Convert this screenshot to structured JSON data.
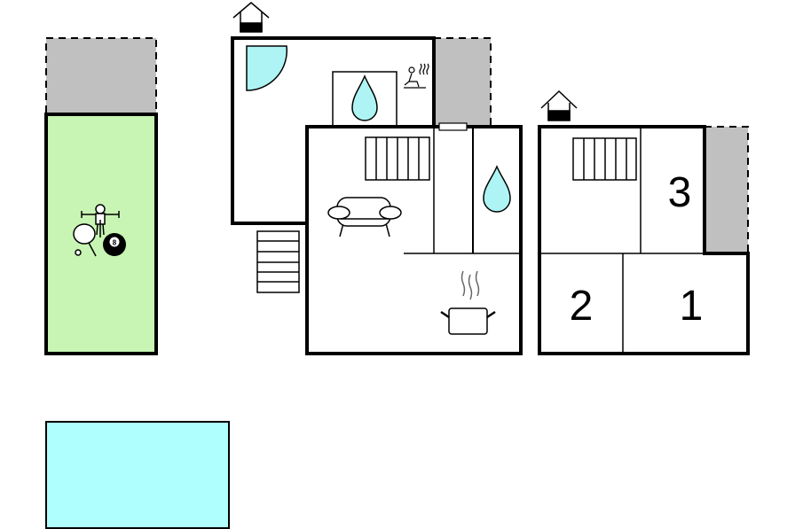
{
  "colors": {
    "wall": "#000000",
    "terrace": "#c0c0c0",
    "games_room": "#c8f5b4",
    "pool": "#b0ffff",
    "water": "#aef4f4",
    "stroke_detail": "#666666"
  },
  "rooms": [
    {
      "id": "bedroom-3",
      "number": "3"
    },
    {
      "id": "bedroom-2",
      "number": "2"
    },
    {
      "id": "bedroom-1",
      "number": "1"
    }
  ],
  "icons": [
    "entrance-house-icon",
    "shower-icon",
    "water-drop-icon",
    "sauna-icon",
    "radiator-icon",
    "sofa-icon",
    "kitchen-pot-icon",
    "stairs-icon",
    "table-football-icon",
    "table-tennis-icon",
    "billiard-ball-icon"
  ],
  "billiard_ball_label": "8"
}
